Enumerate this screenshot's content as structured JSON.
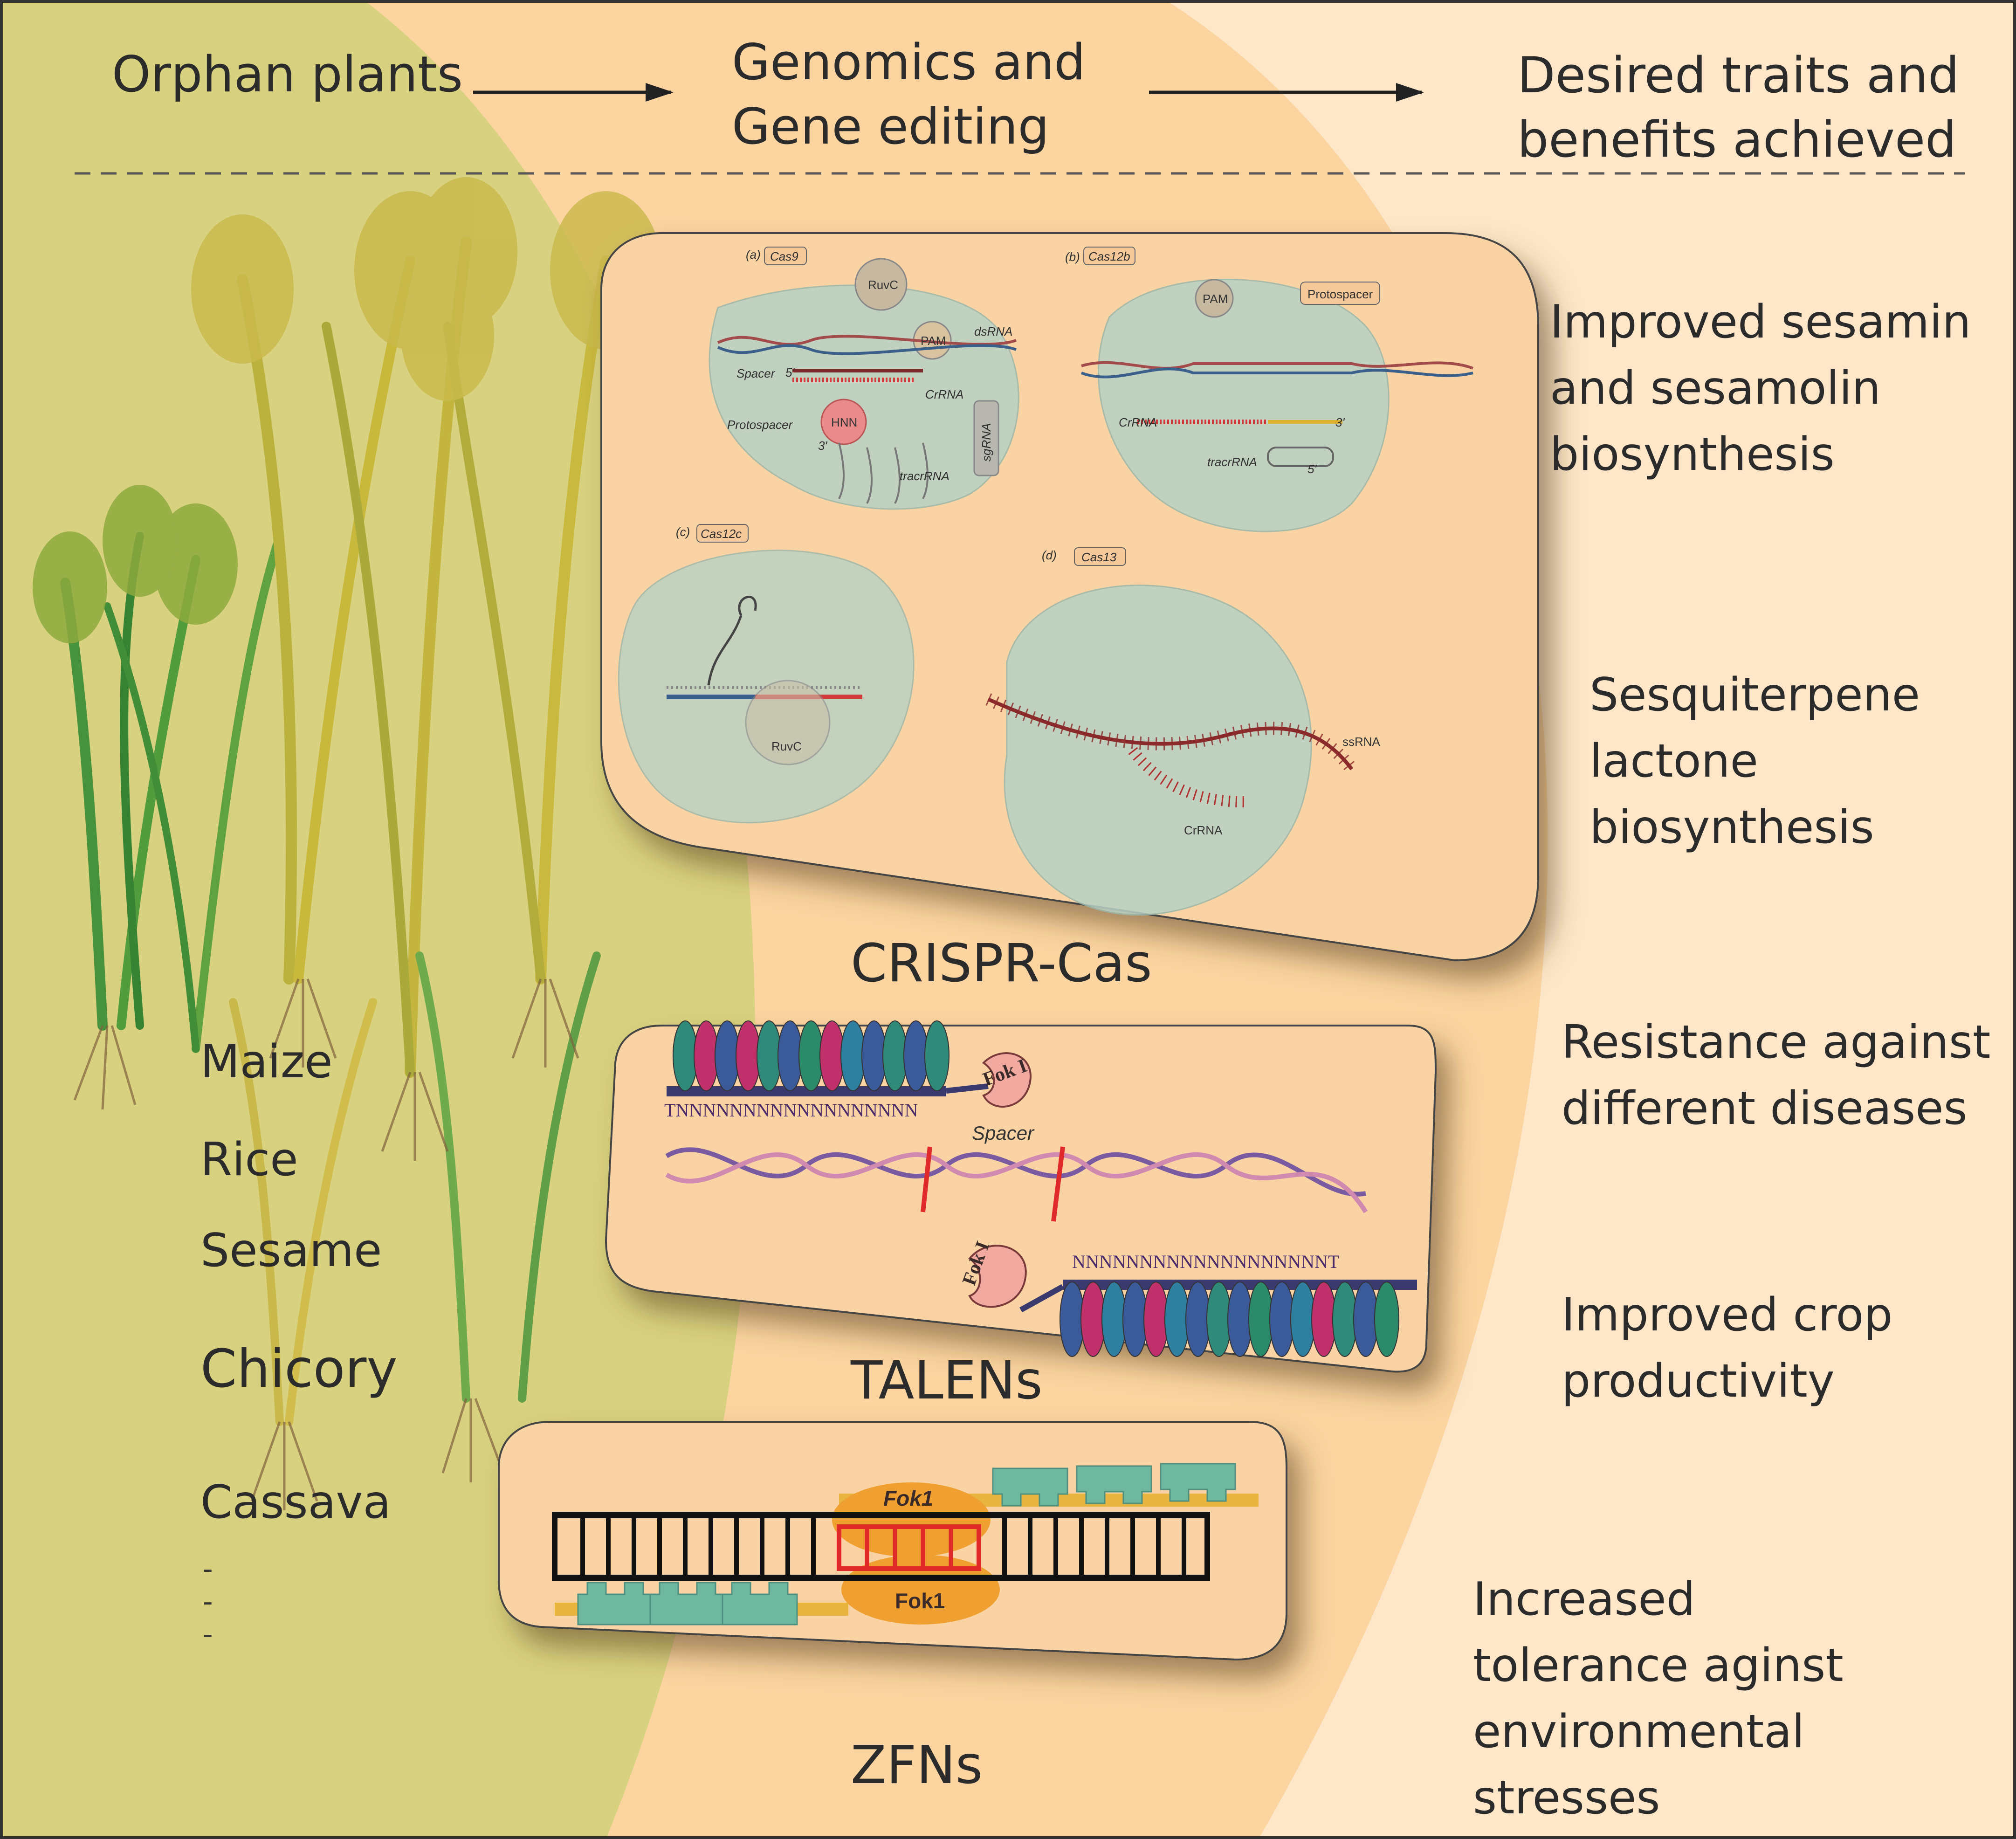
{
  "header": {
    "col1": "Orphan plants",
    "col2_line1": "Genomics and",
    "col2_line2": "Gene editing",
    "col3_line1": "Desired traits and",
    "col3_line2": "benefits achieved"
  },
  "crops": [
    "Maize",
    "Rice",
    "Sesame",
    "Chicory",
    "Cassava"
  ],
  "crops_ellipsis": [
    "-",
    "-",
    "-"
  ],
  "technologies": {
    "crispr": "CRISPR-Cas",
    "talens": "TALENs",
    "zfns": "ZFNs"
  },
  "crispr_panels": {
    "a": {
      "letter": "(a)",
      "name": "Cas9",
      "labels": [
        "RuvC",
        "PAM",
        "dsRNA",
        "Spacer",
        "5'",
        "Protospacer",
        "HNN",
        "3'",
        "CrRNA",
        "tracrRNA",
        "sgRNA"
      ]
    },
    "b": {
      "letter": "(b)",
      "name": "Cas12b",
      "labels": [
        "PAM",
        "Protospacer",
        "CrRNA",
        "3'",
        "tracrRNA",
        "5'"
      ]
    },
    "c": {
      "letter": "(c)",
      "name": "Cas12c",
      "labels": [
        "RuvC"
      ]
    },
    "d": {
      "letter": "(d)",
      "name": "Cas13",
      "labels": [
        "ssRNA",
        "CrRNA"
      ]
    }
  },
  "talen_labels": {
    "fok_top": "Fok I",
    "fok_bottom": "Fok I",
    "spacer": "Spacer",
    "seq_top": "TNNNNNNNNNNNNNNNNNN",
    "seq_bottom": "NNNNNNNNNNNNNNNNNNNT"
  },
  "zfn_labels": {
    "fok_top": "Fok1",
    "fok_bottom": "Fok1"
  },
  "traits": [
    {
      "lines": [
        "Improved sesamin",
        "and sesamolin",
        "biosynthesis"
      ]
    },
    {
      "lines": [
        "Sesquiterpene",
        "lactone",
        "biosynthesis"
      ]
    },
    {
      "lines": [
        "Resistance against",
        "different diseases"
      ]
    },
    {
      "lines": [
        "Improved crop",
        "productivity"
      ]
    },
    {
      "lines": [
        "Increased",
        "tolerance aginst",
        "environmental",
        "stresses"
      ]
    }
  ],
  "colors": {
    "olive_zone": "#d8d17f",
    "orange_zone": "#fbd4a0",
    "cream_zone": "#fde7c8",
    "panel": "#f9d3a3",
    "arrow": "#222222"
  }
}
